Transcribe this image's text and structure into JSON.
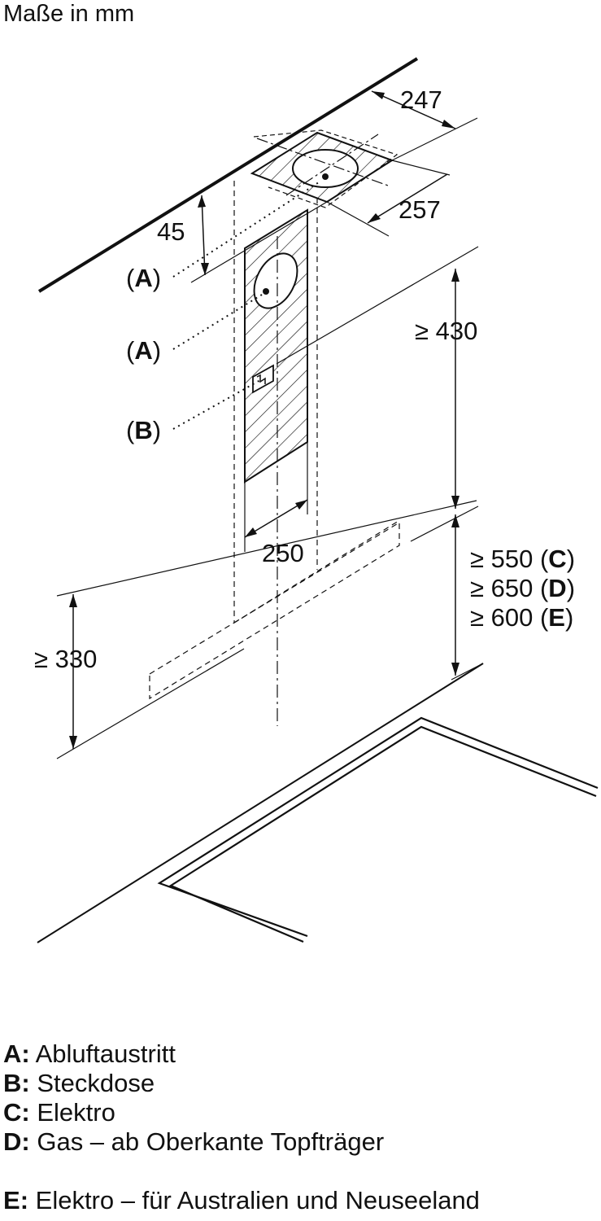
{
  "caption": "Maße in mm",
  "dimensions": {
    "depth_top": "247",
    "width_top": "257",
    "height_offset": "45",
    "min_height_above": "≥ 430",
    "chimney_width": "250",
    "min_distance_left": "≥ 330",
    "clearance": [
      {
        "value": "≥ 550",
        "key": "C"
      },
      {
        "value": "≥ 650",
        "key": "D"
      },
      {
        "value": "≥ 600",
        "key": "E"
      }
    ]
  },
  "callouts": {
    "a1": "A",
    "a2": "A",
    "b": "B"
  },
  "legend": [
    {
      "key": "A",
      "text": "Abluftaustritt"
    },
    {
      "key": "B",
      "text": "Steckdose"
    },
    {
      "key": "C",
      "text": "Elektro"
    },
    {
      "key": "D",
      "text": "Gas – ab Oberkante Topfträger"
    },
    {
      "key": "E",
      "text": "Elektro – für Australien und Neuseeland"
    }
  ]
}
